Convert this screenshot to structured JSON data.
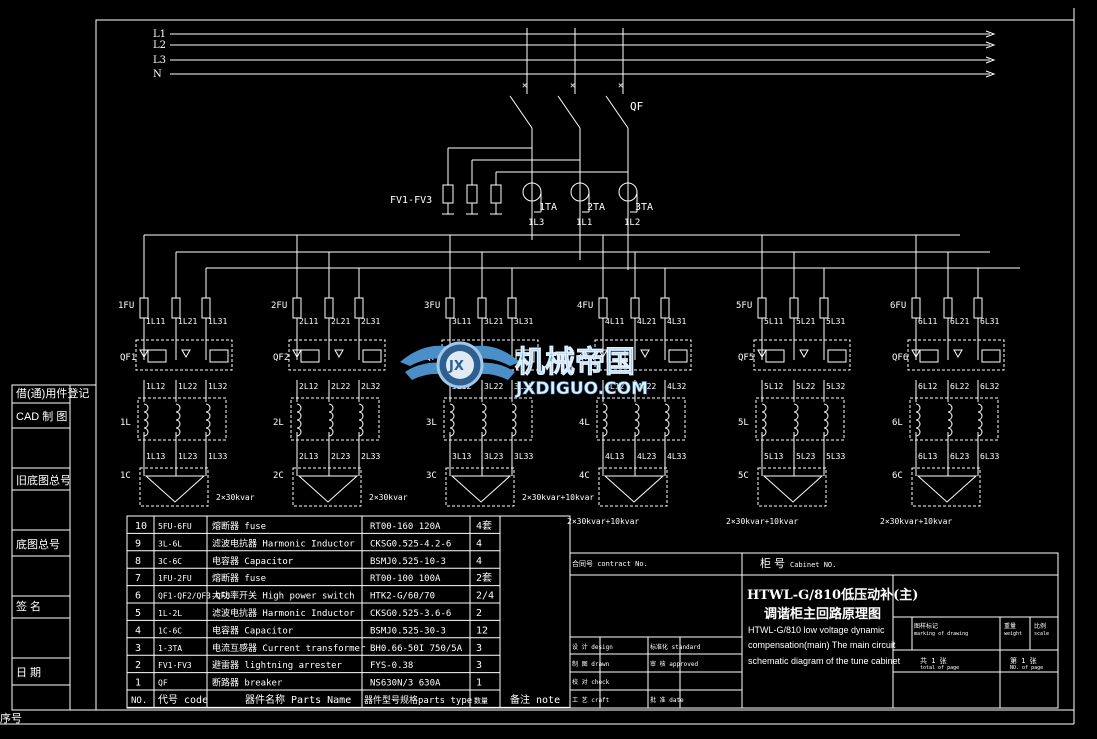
{
  "buses": [
    "L1",
    "L2",
    "L3",
    "N"
  ],
  "qf_label": "QF",
  "fv_label": "FV1-FV3",
  "ta": [
    {
      "label": "1TA",
      "out": "1L3"
    },
    {
      "label": "2TA",
      "out": "1L1"
    },
    {
      "label": "3TA",
      "out": "1L2"
    }
  ],
  "branches": [
    {
      "fu": "1FU",
      "qf": "QF1",
      "l": "1L",
      "c": "1C",
      "top": [
        "1L11",
        "1L21",
        "1L31"
      ],
      "mid": [
        "1L12",
        "1L22",
        "1L32"
      ],
      "bot": [
        "1L13",
        "1L23",
        "1L33"
      ],
      "cap": "2×30kvar"
    },
    {
      "fu": "2FU",
      "qf": "QF2",
      "l": "2L",
      "c": "2C",
      "top": [
        "2L11",
        "2L21",
        "2L31"
      ],
      "mid": [
        "2L12",
        "2L22",
        "2L32"
      ],
      "bot": [
        "2L13",
        "2L23",
        "2L33"
      ],
      "cap": "2×30kvar"
    },
    {
      "fu": "3FU",
      "qf": "QF3",
      "l": "3L",
      "c": "3C",
      "top": [
        "3L11",
        "3L21",
        "3L31"
      ],
      "mid": [
        "3L12",
        "3L22",
        "3L32"
      ],
      "bot": [
        "3L13",
        "3L23",
        "3L33"
      ],
      "cap": "2×30kvar+10kvar"
    },
    {
      "fu": "4FU",
      "qf": "QF4",
      "l": "4L",
      "c": "4C",
      "top": [
        "4L11",
        "4L21",
        "4L31"
      ],
      "mid": [
        "4L12",
        "4L22",
        "4L32"
      ],
      "bot": [
        "4L13",
        "4L23",
        "4L33"
      ],
      "cap": "2×30kvar+10kvar"
    },
    {
      "fu": "5FU",
      "qf": "QF5",
      "l": "5L",
      "c": "5C",
      "top": [
        "5L11",
        "5L21",
        "5L31"
      ],
      "mid": [
        "5L12",
        "5L22",
        "5L32"
      ],
      "bot": [
        "5L13",
        "5L23",
        "5L33"
      ],
      "cap": "2×30kvar+10kvar"
    },
    {
      "fu": "6FU",
      "qf": "QF6",
      "l": "6L",
      "c": "6C",
      "top": [
        "6L11",
        "6L21",
        "6L31"
      ],
      "mid": [
        "6L12",
        "6L22",
        "6L32"
      ],
      "bot": [
        "6L13",
        "6L23",
        "6L33"
      ],
      "cap": "2×30kvar+10kvar"
    }
  ],
  "left_block": [
    "借(通)用件登记",
    "CAD 制 图",
    "旧底图总号",
    "底图总号",
    "签 名",
    "日 期"
  ],
  "corner_label": "序号",
  "bom_rows": [
    {
      "no": "10",
      "code": "5FU-6FU",
      "name": "熔断器          fuse",
      "spec": "RT00-160   120A",
      "qty": "4套"
    },
    {
      "no": "9",
      "code": "3L-6L",
      "name": "滤波电抗器  Harmonic Inductor",
      "spec": "CKSG0.525-4.2-6",
      "qty": "4"
    },
    {
      "no": "8",
      "code": "3C-6C",
      "name": "电容器  Capacitor",
      "spec": "BSMJ0.525-10-3",
      "qty": "4"
    },
    {
      "no": "7",
      "code": "1FU-2FU",
      "name": "熔断器      fuse",
      "spec": "RT00-100    100A",
      "qty": "2套"
    },
    {
      "no": "6",
      "code": "QF1-QF2/QF3-QF6",
      "name": "大功率开关   High power switch",
      "spec": "HTK2-G/60/70",
      "qty": "2/4"
    },
    {
      "no": "5",
      "code": "1L-2L",
      "name": "滤波电抗器 Harmonic Inductor",
      "spec": "CKSG0.525-3.6-6",
      "qty": "2"
    },
    {
      "no": "4",
      "code": "1C-6C",
      "name": "电容器   Capacitor",
      "spec": "BSMJ0.525-30-3",
      "qty": "12"
    },
    {
      "no": "3",
      "code": "1-3TA",
      "name": "电流互感器 Current transformer",
      "spec": "BH0.66-50I   750/5A",
      "qty": "3"
    },
    {
      "no": "2",
      "code": "FV1-FV3",
      "name": "避雷器   lightning arrester",
      "spec": "FYS-0.38",
      "qty": "3"
    },
    {
      "no": "1",
      "code": "QF",
      "name": "断路器     breaker",
      "spec": "NS630N/3   630A",
      "qty": "1"
    }
  ],
  "bom_header": {
    "no": "NO.",
    "code": "代号 code",
    "name": "器件名称 Parts Name",
    "spec": "器件型号规格parts type",
    "qty": "数量",
    "note": "备注  note"
  },
  "title_block": {
    "cabinet_label": "柜 号",
    "cabinet_en": "Cabinet NO.",
    "title_cn1": "HTWL-G/810低压动补(主)",
    "title_cn2": "调谐柜主回路原理图",
    "title_en1": "HTWL-G/810 low voltage dynamic",
    "title_en2": "compensation(main) The main circuit",
    "title_en3": "schematic diagram of the tune cabinet",
    "contract": "合同号 contract No.",
    "design": "设 计 design",
    "draw": "制 图 drawn",
    "check": "校 对 check",
    "craft": "工 艺 craft",
    "standard": "标准化 standard",
    "approve": "审 核 approved",
    "approve2": "批 准 date",
    "stage": "图样标记",
    "stage_en": "marking of drawing",
    "weight": "重量",
    "weight_en": "weight",
    "scale": "比例",
    "scale_en": "scale",
    "sheets_total": "共 1 张",
    "sheets_total_en": "total of page",
    "sheet_no": "第 1 张",
    "sheet_no_en": "NO. of page"
  },
  "watermark": {
    "cn": "机械帝国",
    "en": "JXDIGUO.COM",
    "badge": "JX"
  }
}
